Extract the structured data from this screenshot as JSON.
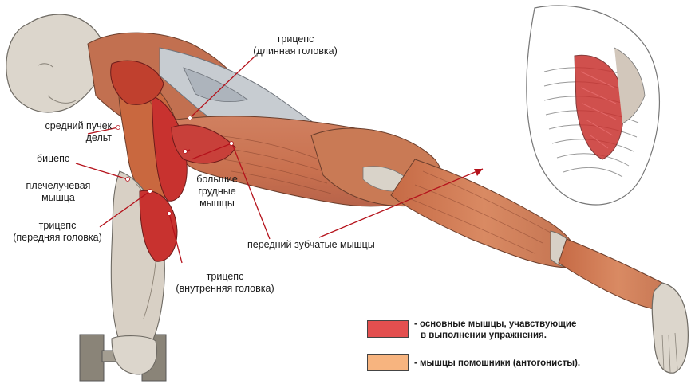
{
  "labels": {
    "triceps_long": [
      "трицепс",
      "(длинная головка)"
    ],
    "mid_deltoid": [
      "средний пучек",
      "дельт"
    ],
    "biceps": "бицепс",
    "brachioradialis": [
      "плечелучевая",
      "мышца"
    ],
    "pecs": [
      "большие",
      "грудные",
      "мышцы"
    ],
    "triceps_front": [
      "трицепс",
      "(передняя головка)"
    ],
    "serratus": "передний зубчатые мышцы",
    "triceps_inner": [
      "трицепс",
      "(внутренняя головка)"
    ]
  },
  "legend": {
    "primary": {
      "color": "#e34f4f",
      "lines": [
        "- основные мышцы, учавствующие",
        "в выполнении упражнения."
      ]
    },
    "secondary": {
      "color": "#f7b47f",
      "lines": [
        "- мышцы помошники (антогонисты)."
      ]
    }
  },
  "colors": {
    "leader_line": "#b5121b",
    "muscle_primary": "#c8322f",
    "muscle_secondary": "#d9805a",
    "skin": "#e6ddd3",
    "bone": "#d6cfc5"
  }
}
